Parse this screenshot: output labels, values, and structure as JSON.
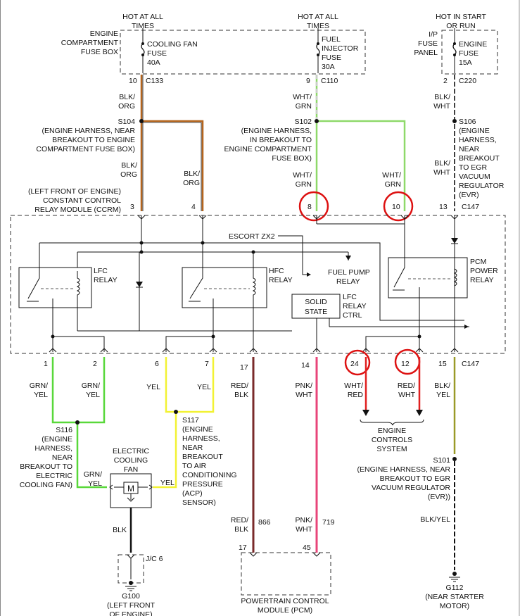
{
  "sources": {
    "hot_all_times_1": [
      "HOT AT ALL",
      "TIMES"
    ],
    "hot_all_times_2": [
      "HOT AT ALL",
      "TIMES"
    ],
    "hot_start_run": [
      "HOT IN START",
      "OR RUN"
    ]
  },
  "fuse_boxes": {
    "engine_compartment": [
      "ENGINE",
      "COMPARTMENT",
      "FUSE BOX"
    ],
    "ip_panel": [
      "I/P",
      "FUSE",
      "PANEL"
    ]
  },
  "fuses": {
    "cooling_fan": [
      "COOLING FAN",
      "FUSE",
      "40A"
    ],
    "fuel_injector": [
      "FUEL",
      "INJECTOR",
      "FUSE",
      "30A"
    ],
    "engine": [
      "ENGINE",
      "FUSE",
      "15A"
    ]
  },
  "top_pins": {
    "c133": {
      "pin": "10",
      "conn": "C133"
    },
    "c110": {
      "pin": "9",
      "conn": "C110"
    },
    "c220": {
      "pin": "2",
      "conn": "C220"
    }
  },
  "wires": {
    "blk_org_1": [
      "BLK/",
      "ORG"
    ],
    "blk_org_2": [
      "BLK/",
      "ORG"
    ],
    "blk_org_3": [
      "BLK/",
      "ORG"
    ],
    "wht_grn_1": [
      "WHT/",
      "GRN"
    ],
    "wht_grn_2": [
      "WHT/",
      "GRN"
    ],
    "wht_grn_3": [
      "WHT/",
      "GRN"
    ],
    "blk_wht_1": [
      "BLK/",
      "WHT"
    ],
    "blk_wht_2": [
      "BLK/",
      "WHT"
    ],
    "grn_yel_1": [
      "GRN/",
      "YEL"
    ],
    "grn_yel_2": [
      "GRN/",
      "YEL"
    ],
    "grn_yel_3": [
      "GRN/",
      "YEL"
    ],
    "yel_1": "YEL",
    "yel_2": "YEL",
    "yel_3": "YEL",
    "red_blk_1": [
      "RED/",
      "BLK"
    ],
    "red_blk_2": [
      "RED/",
      "BLK"
    ],
    "pnk_wht_1": [
      "PNK/",
      "WHT"
    ],
    "pnk_wht_2": [
      "PNK/",
      "WHT"
    ],
    "wht_red": [
      "WHT/",
      "RED"
    ],
    "red_wht": [
      "RED/",
      "WHT"
    ],
    "blk_yel_1": [
      "BLK/",
      "YEL"
    ],
    "blk_yel_2": "BLK/YEL",
    "blk": "BLK",
    "circuit_866": "866",
    "circuit_719": "719"
  },
  "splices": {
    "s104": [
      "S104",
      "(ENGINE HARNESS, NEAR",
      "BREAKOUT TO ENGINE",
      "COMPARTMENT FUSE BOX)"
    ],
    "s102": [
      "S102",
      "(ENGINE HARNESS,",
      "IN BREAKOUT TO",
      "ENGINE COMPARTMENT",
      "FUSE BOX)"
    ],
    "s106": [
      "S106",
      "(ENGINE",
      "HARNESS,",
      "NEAR",
      "BREAKOUT",
      "TO EGR",
      "VACUUM",
      "REGULATOR",
      "(EVR)"
    ],
    "s116": [
      "S116",
      "(ENGINE",
      "HARNESS,",
      "NEAR",
      "BREAKOUT TO",
      "ELECTRIC",
      "COOLING FAN)"
    ],
    "s117": [
      "S117",
      "(ENGINE",
      "HARNESS,",
      "NEAR",
      "BREAKOUT",
      "TO AIR",
      "CONDITIONING",
      "PRESSURE",
      "(ACP)",
      "SENSOR)"
    ],
    "s101": [
      "S101",
      "(ENGINE HARNESS, NEAR",
      "BREAKOUT TO EGR",
      "VACUUM REGULATOR",
      "(EVR))"
    ]
  },
  "module": {
    "title": [
      "(LEFT FRONT OF ENGINE)",
      "CONSTANT CONTROL",
      "RELAY MODULE (CCRM)"
    ],
    "connector": "C147",
    "top_pins": [
      "3",
      "4",
      "8",
      "10",
      "13"
    ],
    "bottom_pins": [
      "1",
      "2",
      "6",
      "7",
      "17",
      "14",
      "24",
      "12",
      "15"
    ],
    "escort": "ESCORT ZX2",
    "lfc_relay": [
      "LFC",
      "RELAY"
    ],
    "hfc_relay": [
      "HFC",
      "RELAY"
    ],
    "fuel_pump_relay": [
      "FUEL PUMP",
      "RELAY"
    ],
    "pcm_power_relay": [
      "PCM",
      "POWER",
      "RELAY"
    ],
    "solid_state": [
      "SOLID",
      "STATE"
    ],
    "lfc_relay_ctrl": [
      "LFC",
      "RELAY",
      "CTRL"
    ]
  },
  "fan": {
    "label": [
      "ELECTRIC",
      "COOLING",
      "FAN"
    ],
    "motor": "M"
  },
  "engine_controls": [
    "ENGINE",
    "CONTROLS",
    "SYSTEM"
  ],
  "jc": "J/C 6",
  "grounds": {
    "g100": [
      "G100",
      "(LEFT FRONT",
      "OF ENGINE)"
    ],
    "g112": [
      "G112",
      "(NEAR STARTER",
      "MOTOR)"
    ]
  },
  "pcm": {
    "label": [
      "POWERTRAIN CONTROL",
      "MODULE (PCM)"
    ],
    "pins": [
      "17",
      "45"
    ]
  },
  "colors": {
    "blk_org": "#b5651d",
    "wht_grn": "#8fd96a",
    "grn_yel": "#59d83a",
    "yel": "#f2f233",
    "red_blk": "#7a2a2a",
    "pnk_wht": "#e8457a",
    "red": "#e02020",
    "blk_yel": "#9a9a28",
    "highlight": "#dd1111"
  }
}
